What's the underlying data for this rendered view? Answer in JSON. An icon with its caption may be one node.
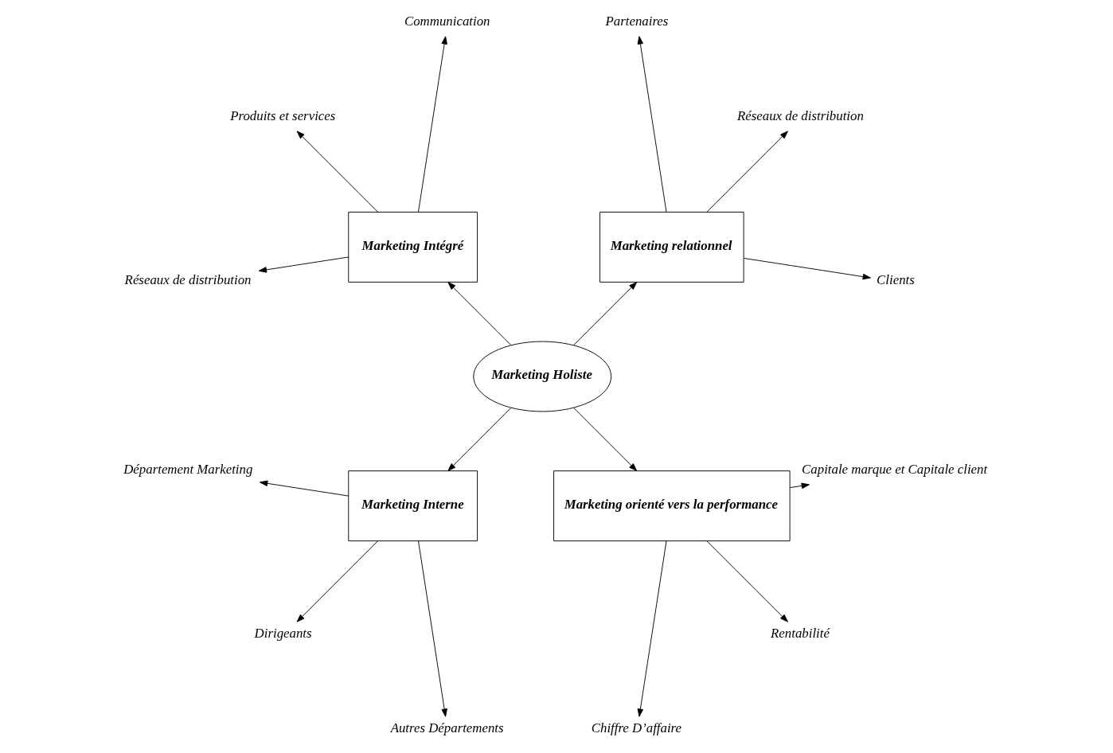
{
  "diagram": {
    "nodes": [
      {
        "text": [
          "Marketing Holiste"
        ]
      },
      {
        "text": [
          "Marketing relationnel"
        ]
      },
      {
        "text": [
          "Clients"
        ]
      },
      {
        "text": [
          "Réseaux de distribution"
        ]
      },
      {
        "text": [
          "Partenaires"
        ]
      },
      {
        "text": [
          "Marketing Intégré"
        ]
      },
      {
        "text": [
          "Communication"
        ]
      },
      {
        "text": [
          "Produits et services"
        ]
      },
      {
        "text": [
          "Réseaux de distribution"
        ]
      },
      {
        "text": [
          "Marketing Interne"
        ]
      },
      {
        "text": [
          "Département Marketing"
        ]
      },
      {
        "text": [
          "Dirigeants"
        ]
      },
      {
        "text": [
          "Autres Départements"
        ]
      },
      {
        "text": [
          "Marketing orienté vers la performance"
        ]
      },
      {
        "text": [
          "Chiffre D’affaire"
        ]
      },
      {
        "text": [
          "Rentabilité"
        ]
      },
      {
        "text": [
          "Capitale marque et Capitale client"
        ]
      }
    ],
    "edges": [
      {
        "from": 0,
        "to": 1,
        "arrow": "to"
      },
      {
        "from": 0,
        "to": 5,
        "arrow": "to"
      },
      {
        "from": 0,
        "to": 9,
        "arrow": "to"
      },
      {
        "from": 0,
        "to": 13,
        "arrow": "to"
      },
      {
        "from": 1,
        "to": 2,
        "arrow": "to"
      },
      {
        "from": 1,
        "to": 3,
        "arrow": "to"
      },
      {
        "from": 1,
        "to": 4,
        "arrow": "to"
      },
      {
        "from": 5,
        "to": 6,
        "arrow": "to"
      },
      {
        "from": 5,
        "to": 7,
        "arrow": "to"
      },
      {
        "from": 5,
        "to": 8,
        "arrow": "to"
      },
      {
        "from": 9,
        "to": 10,
        "arrow": "to"
      },
      {
        "from": 9,
        "to": 11,
        "arrow": "to"
      },
      {
        "from": 9,
        "to": 12,
        "arrow": "to"
      },
      {
        "from": 13,
        "to": 14,
        "arrow": "to"
      },
      {
        "from": 13,
        "to": 15,
        "arrow": "to"
      },
      {
        "from": 13,
        "to": 16,
        "arrow": "to"
      }
    ]
  }
}
